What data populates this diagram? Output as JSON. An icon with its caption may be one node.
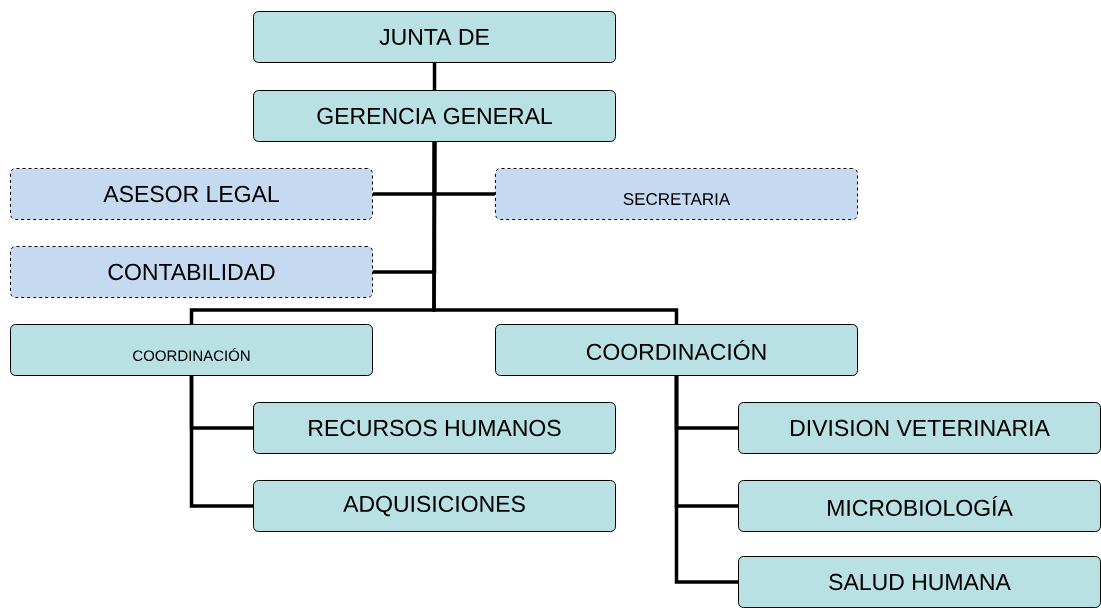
{
  "diagram": {
    "nodes": [
      {
        "text": [
          "JUNTA DE"
        ]
      },
      {
        "text": [
          "GERENCIA GENERAL"
        ]
      },
      {
        "text": [
          "ASESOR LEGAL"
        ]
      },
      {
        "text": [
          "SECRETARIA"
        ]
      },
      {
        "text": [
          "CONTABILIDAD"
        ]
      },
      {
        "text": [
          "COORDINACIÓN"
        ]
      },
      {
        "text": [
          "COORDINACIÓN"
        ]
      },
      {
        "text": [
          "RECURSOS HUMANOS"
        ]
      },
      {
        "text": [
          "ADQUISICIONES"
        ]
      },
      {
        "text": [
          "DIVISION VETERINARIA"
        ]
      },
      {
        "text": [
          "MICROBIOLOGÍA"
        ]
      },
      {
        "text": [
          "SALUD HUMANA"
        ]
      }
    ],
    "edges": [
      {
        "from": 0,
        "to": 1,
        "arrow": "none"
      },
      {
        "from": 1,
        "to": 2,
        "arrow": "none"
      },
      {
        "from": 1,
        "to": 3,
        "arrow": "none"
      },
      {
        "from": 1,
        "to": 4,
        "arrow": "none"
      },
      {
        "from": 1,
        "to": 5,
        "arrow": "none"
      },
      {
        "from": 1,
        "to": 6,
        "arrow": "none"
      },
      {
        "from": 5,
        "to": 7,
        "arrow": "none"
      },
      {
        "from": 5,
        "to": 8,
        "arrow": "none"
      },
      {
        "from": 6,
        "to": 9,
        "arrow": "none"
      },
      {
        "from": 6,
        "to": 10,
        "arrow": "none"
      },
      {
        "from": 6,
        "to": 11,
        "arrow": "none"
      }
    ]
  }
}
